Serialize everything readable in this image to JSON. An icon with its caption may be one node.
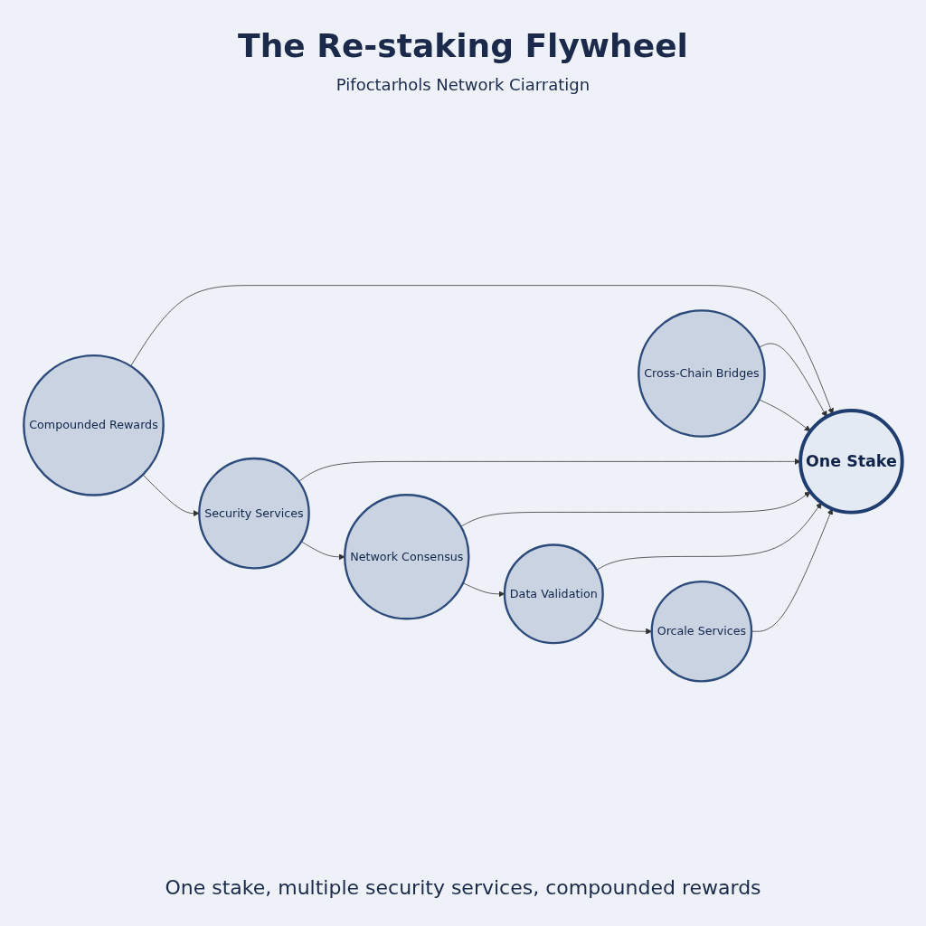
{
  "diagram": {
    "title": "The Re-staking Flywheel",
    "caption": "One stake, multiple security services, compounded rewards",
    "nodes": [
      {
        "text": [
          "One Stake"
        ]
      },
      {
        "text": [
          "Data Validation"
        ]
      },
      {
        "text": [
          "Network Consensus"
        ]
      },
      {
        "text": [
          "Security Services"
        ]
      },
      {
        "text": [
          "Orcale Services"
        ]
      },
      {
        "text": [
          "Cross-Chain Bridges"
        ]
      },
      {
        "text": [
          "Compounded Rewards"
        ]
      }
    ],
    "edges": [
      {
        "from": 1,
        "to": 0,
        "arrow": "to"
      },
      {
        "from": 2,
        "to": 0,
        "arrow": "to"
      },
      {
        "from": 3,
        "to": 0,
        "arrow": "to"
      },
      {
        "from": 4,
        "to": 0,
        "arrow": "to"
      },
      {
        "from": 5,
        "to": 0,
        "arrow": "to"
      },
      {
        "from": 5,
        "to": 0,
        "arrow": "to"
      },
      {
        "from": 6,
        "to": 0,
        "arrow": "to"
      },
      {
        "from": 3,
        "to": 2,
        "arrow": "to"
      },
      {
        "from": 2,
        "to": 1,
        "arrow": "to"
      },
      {
        "from": 1,
        "to": 4,
        "arrow": "to"
      },
      {
        "from": 6,
        "to": 3,
        "arrow": "to"
      }
    ],
    "labels": [
      "Pifoctarhols Network Ciarratign"
    ]
  }
}
